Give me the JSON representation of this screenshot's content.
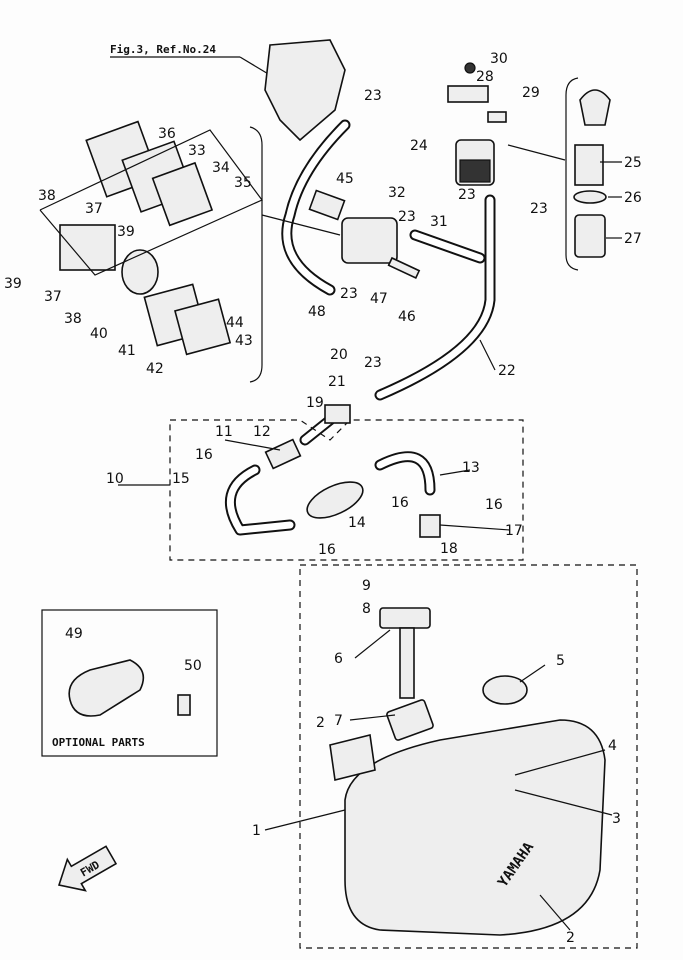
{
  "figure": {
    "reference": "Fig.3, Ref.No.24",
    "optional_parts_caption": "OPTIONAL PARTS",
    "direction_label": "FWD",
    "tank_brand": "YAMAHA"
  },
  "callouts": [
    {
      "id": "c30",
      "text": "30"
    },
    {
      "id": "c28",
      "text": "28"
    },
    {
      "id": "c29",
      "text": "29"
    },
    {
      "id": "c24",
      "text": "24"
    },
    {
      "id": "c23a",
      "text": "23"
    },
    {
      "id": "c23b",
      "text": "23"
    },
    {
      "id": "c25",
      "text": "25"
    },
    {
      "id": "c26",
      "text": "26"
    },
    {
      "id": "c27",
      "text": "27"
    },
    {
      "id": "c23c",
      "text": "23"
    },
    {
      "id": "c36",
      "text": "36"
    },
    {
      "id": "c33",
      "text": "33"
    },
    {
      "id": "c34",
      "text": "34"
    },
    {
      "id": "c35",
      "text": "35"
    },
    {
      "id": "c38a",
      "text": "38"
    },
    {
      "id": "c37a",
      "text": "37"
    },
    {
      "id": "c39a",
      "text": "39"
    },
    {
      "id": "c39b",
      "text": "39"
    },
    {
      "id": "c37b",
      "text": "37"
    },
    {
      "id": "c38b",
      "text": "38"
    },
    {
      "id": "c40",
      "text": "40"
    },
    {
      "id": "c41",
      "text": "41"
    },
    {
      "id": "c42",
      "text": "42"
    },
    {
      "id": "c44",
      "text": "44"
    },
    {
      "id": "c43",
      "text": "43"
    },
    {
      "id": "c45",
      "text": "45"
    },
    {
      "id": "c32",
      "text": "32"
    },
    {
      "id": "c23d",
      "text": "23"
    },
    {
      "id": "c31",
      "text": "31"
    },
    {
      "id": "c23e",
      "text": "23"
    },
    {
      "id": "c47",
      "text": "47"
    },
    {
      "id": "c46",
      "text": "46"
    },
    {
      "id": "c48",
      "text": "48"
    },
    {
      "id": "c22",
      "text": "22"
    },
    {
      "id": "c20",
      "text": "20"
    },
    {
      "id": "c21",
      "text": "21"
    },
    {
      "id": "c23f",
      "text": "23"
    },
    {
      "id": "c19",
      "text": "19"
    },
    {
      "id": "c11",
      "text": "11"
    },
    {
      "id": "c12",
      "text": "12"
    },
    {
      "id": "c10",
      "text": "10"
    },
    {
      "id": "c15",
      "text": "15"
    },
    {
      "id": "c16a",
      "text": "16"
    },
    {
      "id": "c13",
      "text": "13"
    },
    {
      "id": "c16b",
      "text": "16"
    },
    {
      "id": "c14",
      "text": "14"
    },
    {
      "id": "c16c",
      "text": "16"
    },
    {
      "id": "c16d",
      "text": "16"
    },
    {
      "id": "c17",
      "text": "17"
    },
    {
      "id": "c18",
      "text": "18"
    },
    {
      "id": "c9",
      "text": "9"
    },
    {
      "id": "c8",
      "text": "8"
    },
    {
      "id": "c6",
      "text": "6"
    },
    {
      "id": "c5",
      "text": "5"
    },
    {
      "id": "c7",
      "text": "7"
    },
    {
      "id": "c2a",
      "text": "2"
    },
    {
      "id": "c4",
      "text": "4"
    },
    {
      "id": "c3",
      "text": "3"
    },
    {
      "id": "c1",
      "text": "1"
    },
    {
      "id": "c2b",
      "text": "2"
    },
    {
      "id": "c49",
      "text": "49"
    },
    {
      "id": "c50",
      "text": "50"
    }
  ]
}
